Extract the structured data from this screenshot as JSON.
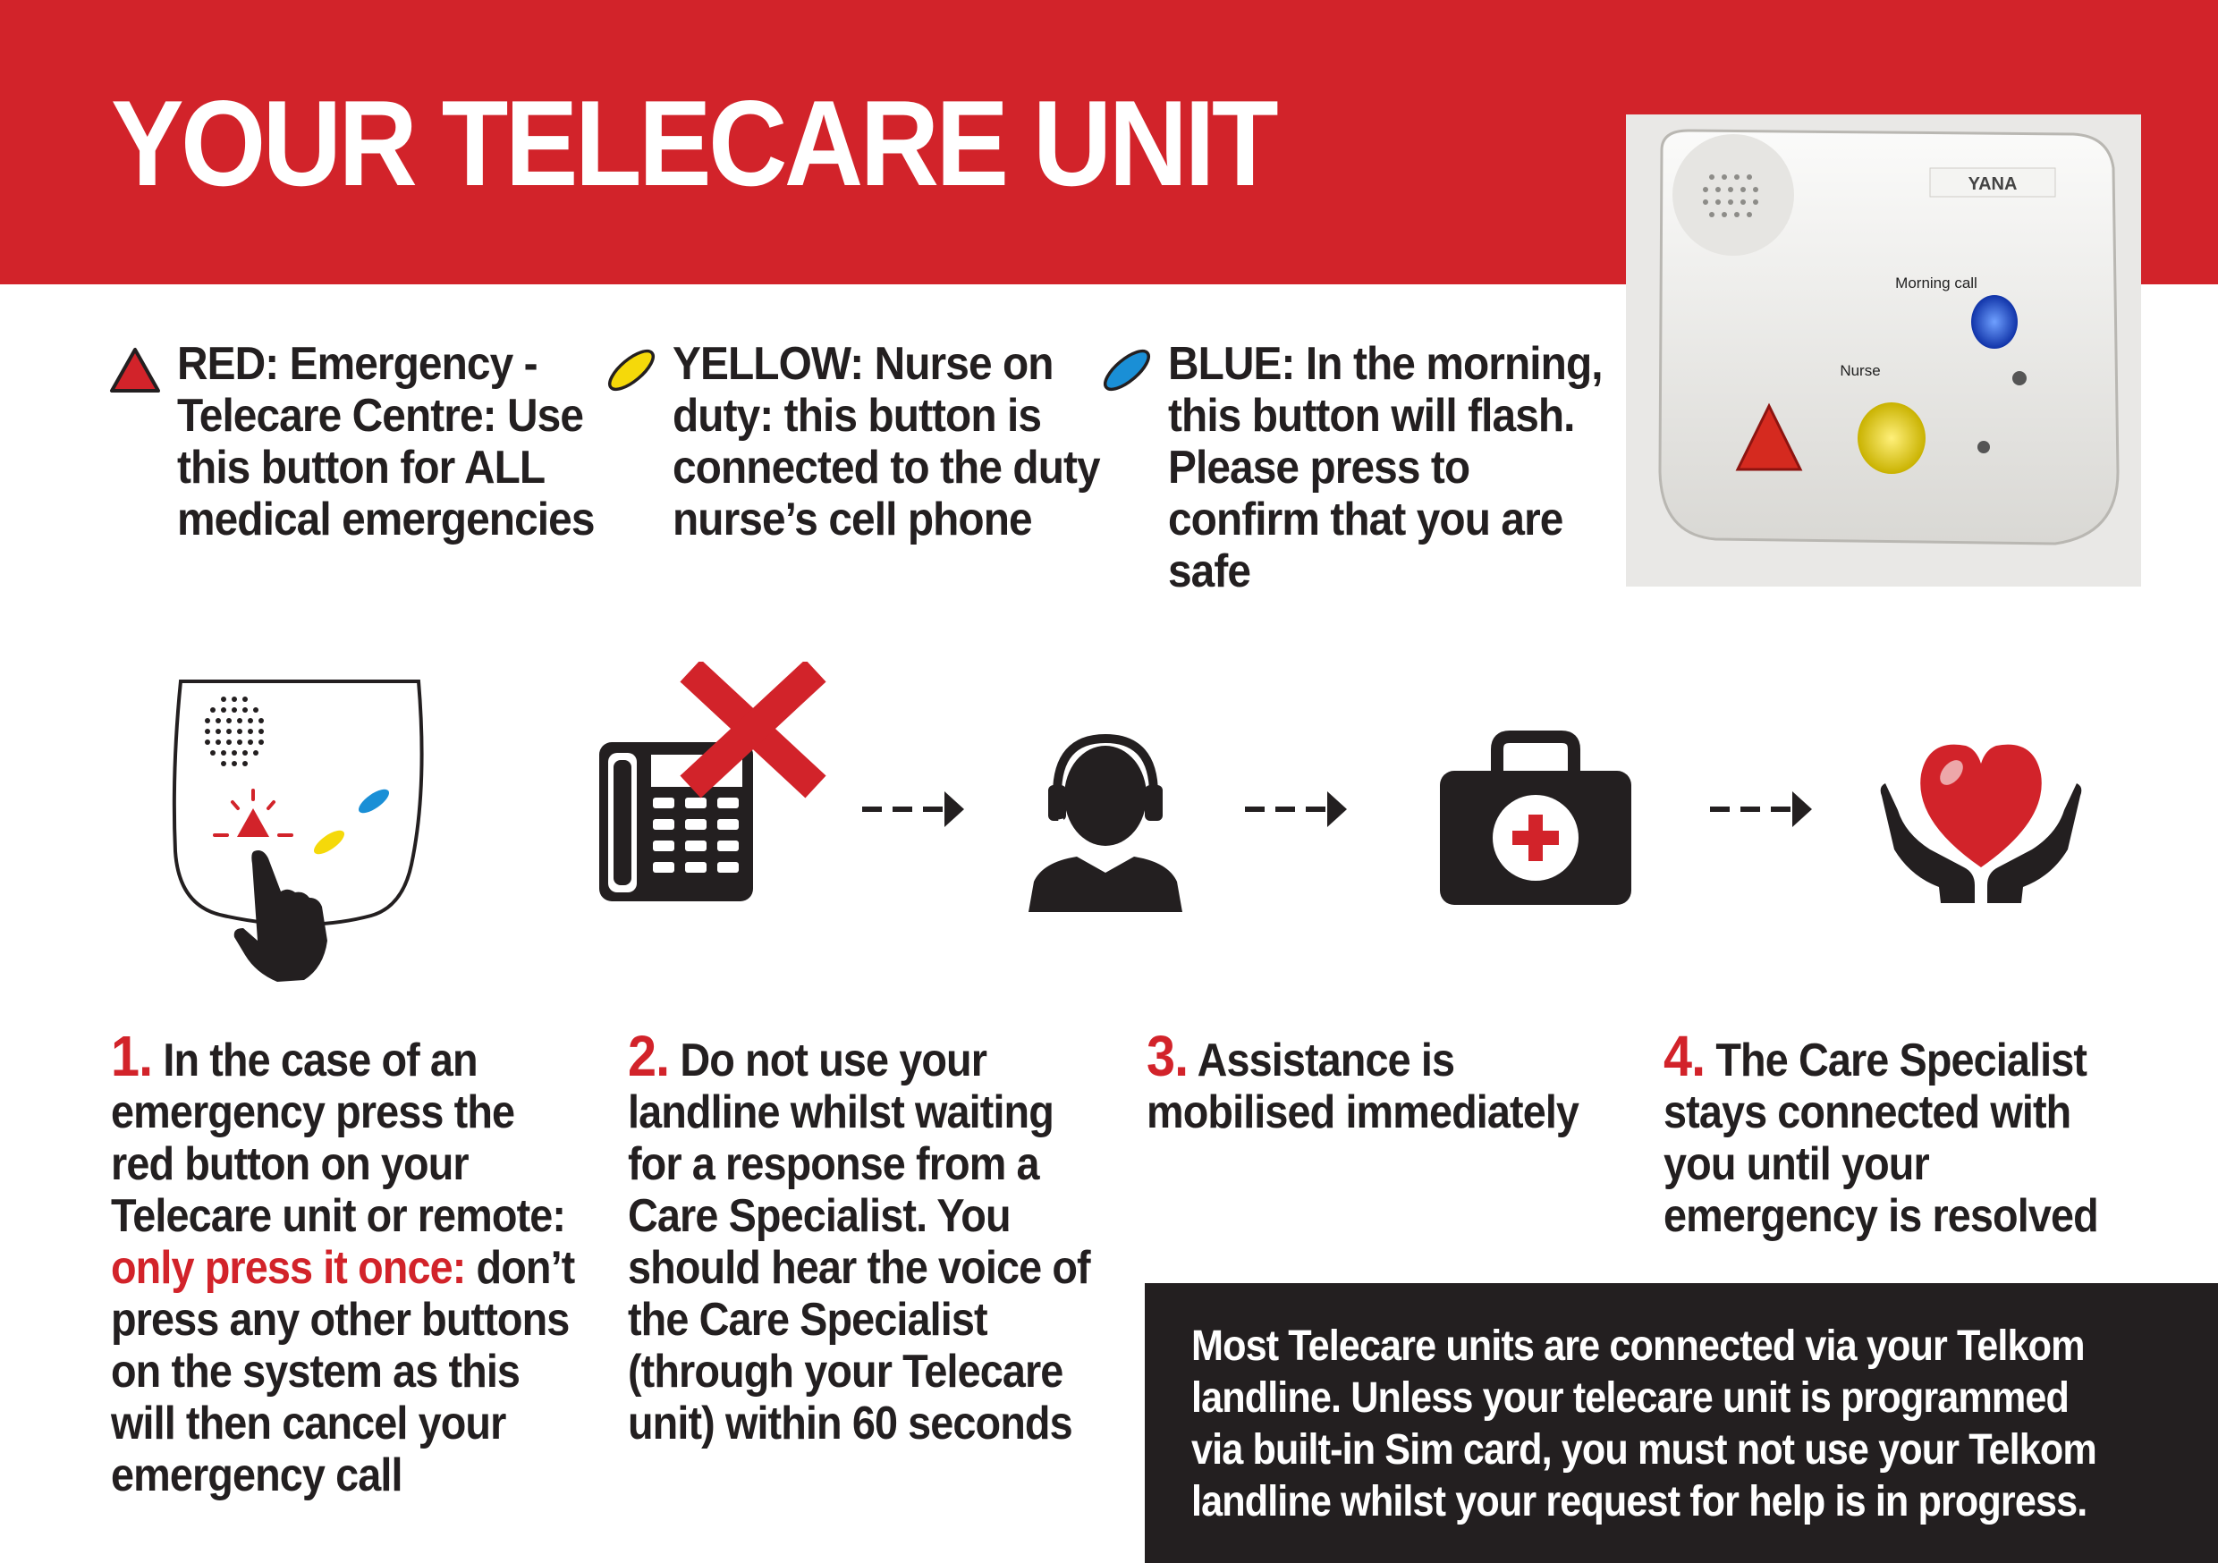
{
  "title": "YOUR TELECARE UNIT",
  "colors": {
    "brand_red": "#d2232a",
    "dark_box": "#231f20",
    "yellow": "#f5d90a",
    "blue": "#1a8fd6"
  },
  "photo": {
    "brand_label": "YANA",
    "morning_call_label": "Morning call",
    "nurse_label": "Nurse"
  },
  "buttons_key": [
    {
      "icon": "red-triangle-icon",
      "text": "RED: Emergency - Telecare Centre: Use this button for ALL medical emergencies"
    },
    {
      "icon": "yellow-oval-icon",
      "text": "YELLOW: Nurse on duty: this button is connected to the duty nurse’s cell phone"
    },
    {
      "icon": "blue-oval-icon",
      "text": "BLUE: In the morning, this button will flash. Please press to confirm that you are safe"
    }
  ],
  "flow_icons": [
    "press-red-button-icon",
    "landline-phone-crossed-icon",
    "call-centre-agent-icon",
    "first-aid-kit-icon",
    "heart-in-hands-icon"
  ],
  "steps": [
    {
      "number": "1.",
      "text_before": "In the case of an emergency press the red button on your Telecare unit or remote:",
      "highlight": "only press it once:",
      "text_after": "don’t press any other buttons on the system as this will then cancel your emergency call"
    },
    {
      "number": "2.",
      "text": "Do not use your landline whilst waiting for a response from a Care Specialist. You should hear the voice of the Care Specialist (through your Telecare unit) within 60 seconds"
    },
    {
      "number": "3.",
      "text": "Assistance is mobilised immediately"
    },
    {
      "number": "4.",
      "text": "The Care Specialist stays connected with you until your emergency is resolved"
    }
  ],
  "note": "Most Telecare units are connected via your Telkom landline. Unless your telecare unit is programmed via built-in Sim card, you must not use your Telkom landline whilst your request for help is in progress."
}
